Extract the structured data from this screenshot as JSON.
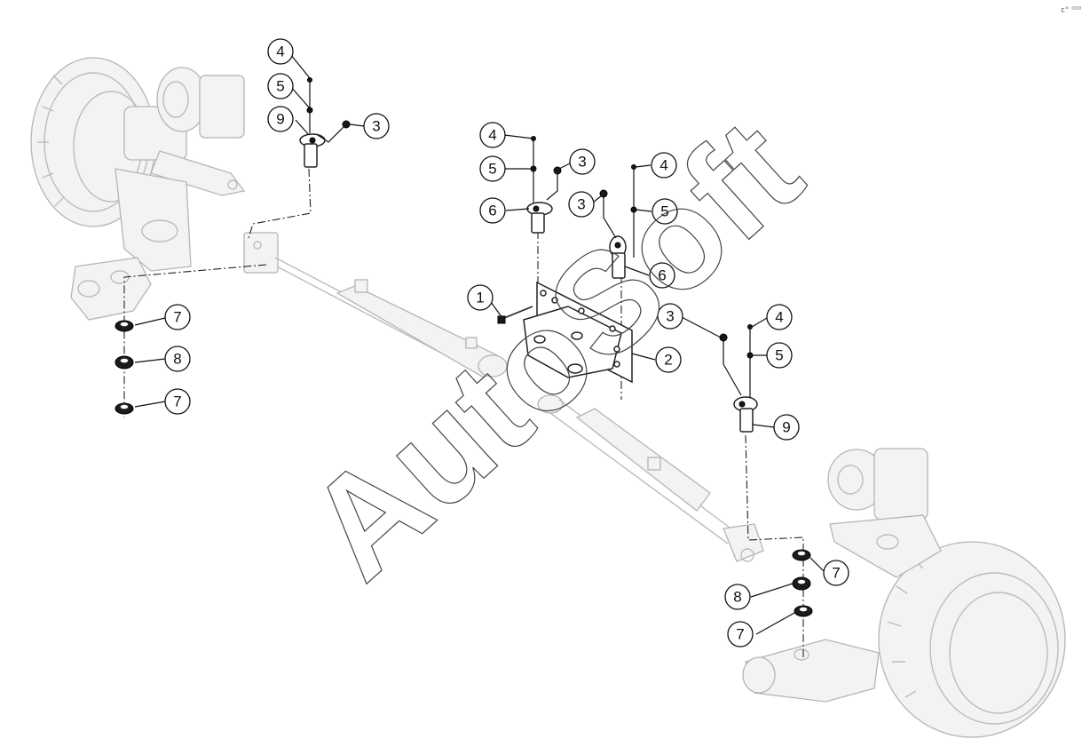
{
  "watermark": "AutoSoft",
  "corner_mark": "ε° ⁰⁰⁰",
  "callouts": [
    {
      "id": "c1",
      "label": "1"
    },
    {
      "id": "c2",
      "label": "2"
    },
    {
      "id": "c3a",
      "label": "3"
    },
    {
      "id": "c3b",
      "label": "3"
    },
    {
      "id": "c3c",
      "label": "3"
    },
    {
      "id": "c3d",
      "label": "3"
    },
    {
      "id": "c4a",
      "label": "4"
    },
    {
      "id": "c4b",
      "label": "4"
    },
    {
      "id": "c4c",
      "label": "4"
    },
    {
      "id": "c4d",
      "label": "4"
    },
    {
      "id": "c5a",
      "label": "5"
    },
    {
      "id": "c5b",
      "label": "5"
    },
    {
      "id": "c5c",
      "label": "5"
    },
    {
      "id": "c5d",
      "label": "5"
    },
    {
      "id": "c6a",
      "label": "6"
    },
    {
      "id": "c6b",
      "label": "6"
    },
    {
      "id": "c7a",
      "label": "7"
    },
    {
      "id": "c7b",
      "label": "7"
    },
    {
      "id": "c7c",
      "label": "7"
    },
    {
      "id": "c7d",
      "label": "7"
    },
    {
      "id": "c8a",
      "label": "8"
    },
    {
      "id": "c8b",
      "label": "8"
    },
    {
      "id": "c9a",
      "label": "9"
    },
    {
      "id": "c9b",
      "label": "9"
    }
  ]
}
